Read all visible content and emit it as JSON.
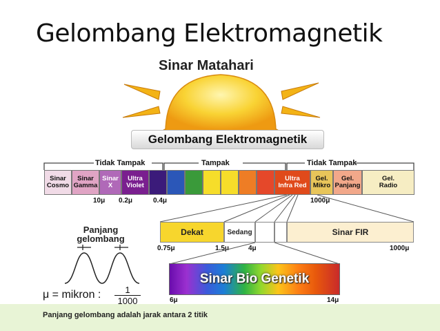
{
  "title": "Gelombang Elektromagnetik",
  "sun_label": "Sinar Matahari",
  "em_label": "Gelombang Elektromagnetik",
  "band_labels": {
    "left": "Tidak Tampak",
    "middle": "Tampak",
    "right": "Tidak Tampak"
  },
  "spectrum": [
    {
      "lines": [
        "Sinar",
        "Cosmo"
      ],
      "color": "#f1dbe7"
    },
    {
      "lines": [
        "Sinar",
        "Gamma"
      ],
      "color": "#e0a4c4"
    },
    {
      "lines": [
        "Sinar",
        "X"
      ],
      "color": "#b069b8",
      "white": true
    },
    {
      "lines": [
        "Ultra",
        "Violet"
      ],
      "color": "#7a1f8f",
      "white": true
    },
    {
      "lines": [],
      "color": "#3b1b7a"
    },
    {
      "lines": [],
      "color": "#2b57b8"
    },
    {
      "lines": [],
      "color": "#3a9a3a"
    },
    {
      "lines": [],
      "color": "#f6dd2a"
    },
    {
      "lines": [],
      "color": "#f6dd2a"
    },
    {
      "lines": [],
      "color": "#ee7d25"
    },
    {
      "lines": [],
      "color": "#e5482a"
    },
    {
      "lines": [
        "Ultra",
        "Infra Red"
      ],
      "color": "#e04a1b",
      "white": true
    },
    {
      "lines": [
        "Gel.",
        "Mikro"
      ],
      "color": "#e8c55a"
    },
    {
      "lines": [
        "Gel.",
        "Panjang"
      ],
      "color": "#f2a88a"
    },
    {
      "lines": [
        "Gel.",
        "Radio"
      ],
      "color": "#f6edc3"
    }
  ],
  "top_ticks": [
    "10μ",
    "0.2μ",
    "0.4μ",
    "1000μ"
  ],
  "ir_segments": [
    {
      "label": "Dekat",
      "color": "#f7d62d"
    },
    {
      "label": "Sedang",
      "color": "#ffffff"
    },
    {
      "label": "",
      "color": "#ffffff"
    },
    {
      "label": "",
      "color": "#ffffff"
    },
    {
      "label": "Sinar FIR",
      "color": "#fcefd0"
    }
  ],
  "ir_ticks": [
    "0.75μ",
    "1.5μ",
    "4μ",
    "1000μ"
  ],
  "bio_label": "Sinar Bio Genetik",
  "bio_ticks": [
    "6μ",
    "14μ"
  ],
  "wavelength_label": [
    "Panjang",
    "gelombang"
  ],
  "micron_formula": {
    "prefix": "μ = mikron :",
    "numerator": "1",
    "denominator": "1000"
  },
  "footer_text": "Panjang gelombang adalah jarak antara 2 titik",
  "colors": {
    "sun": "#f7c520",
    "footer": "#e8f4d6"
  }
}
